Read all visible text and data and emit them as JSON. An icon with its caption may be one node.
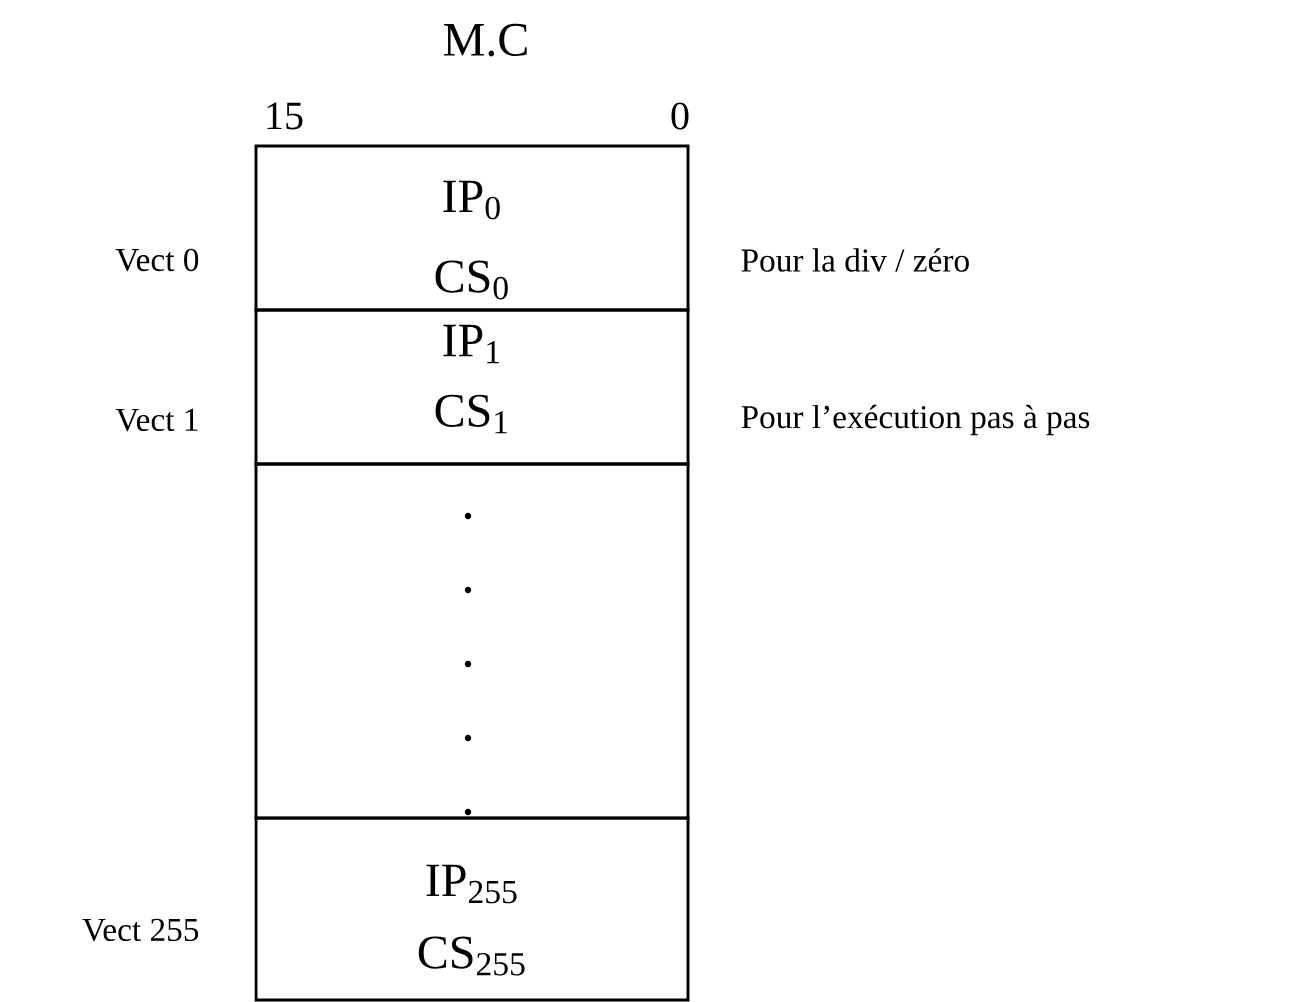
{
  "diagram": {
    "title": "M.C",
    "nodes": [
      {
        "text": [
          "IP$_{0}$",
          "CS$_{0}$"
        ],
        "beside": [
          "Vect 0",
          "Pour la div / zéro"
        ]
      },
      {
        "text": [
          "IP$_{1}$",
          "CS$_{1}$"
        ],
        "beside": [
          "Vect 1",
          "Pour l’exécution pas à pas"
        ]
      },
      {
        "text": [],
        "shape": "box"
      },
      {
        "text": [
          "IP$_{255}$",
          "CS$_{255}$"
        ],
        "beside": [
          "Vect 255"
        ]
      }
    ],
    "labels": [
      "15",
      "0"
    ]
  }
}
